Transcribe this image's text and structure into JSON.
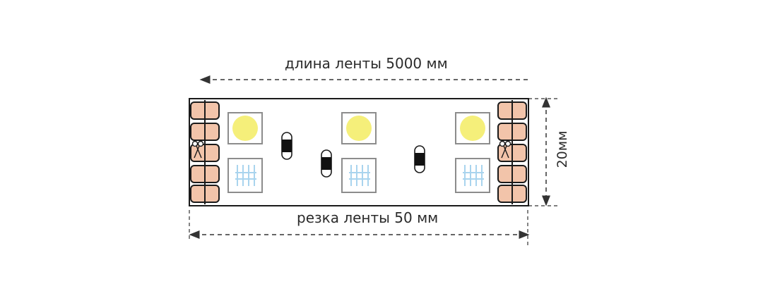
{
  "labels": {
    "strip_length": "длина ленты 5000 мм",
    "cut_length": "резка ленты 50 мм",
    "strip_width": "20мм"
  },
  "colors": {
    "outline": "#1a1a1a",
    "contact_pad": "#f2c4aa",
    "led_warm": "#f5ef7a",
    "led_module_border": "#8c8c8c",
    "resistor": "#111111",
    "led_back_marking": "#a9d4ee",
    "dimension_line": "#333333"
  },
  "icons": {
    "scissors": "scissors-icon",
    "arrow": "arrow-icon"
  }
}
